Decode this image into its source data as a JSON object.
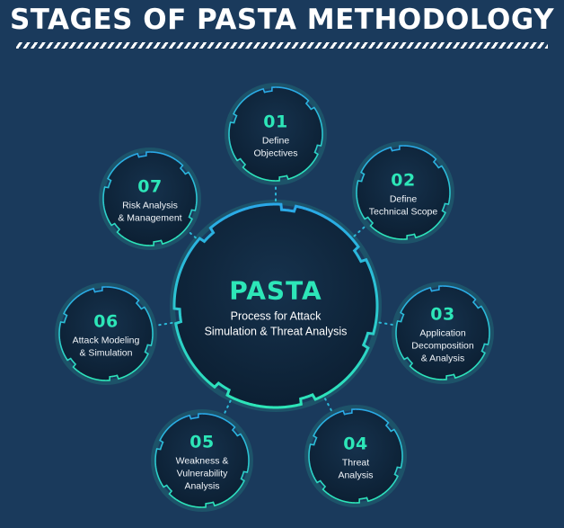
{
  "title": "STAGES OF PASTA METHODOLOGY",
  "center": {
    "title": "PASTA",
    "subtitle": "Process for Attack\nSimulation & Threat Analysis"
  },
  "stages": [
    {
      "number": "01",
      "label": "Define\nObjectives"
    },
    {
      "number": "02",
      "label": "Define\nTechnical Scope"
    },
    {
      "number": "03",
      "label": "Application\nDecomposition\n& Analysis"
    },
    {
      "number": "04",
      "label": "Threat\nAnalysis"
    },
    {
      "number": "05",
      "label": "Weakness &\nVulnerability\nAnalysis"
    },
    {
      "number": "06",
      "label": "Attack Modeling\n& Simulation"
    },
    {
      "number": "07",
      "label": "Risk Analysis\n& Management"
    }
  ],
  "colors": {
    "background": "#1a3a5c",
    "accent": "#2de6b8",
    "ring": "#20c9cf",
    "node_fill": "#0e2438"
  }
}
